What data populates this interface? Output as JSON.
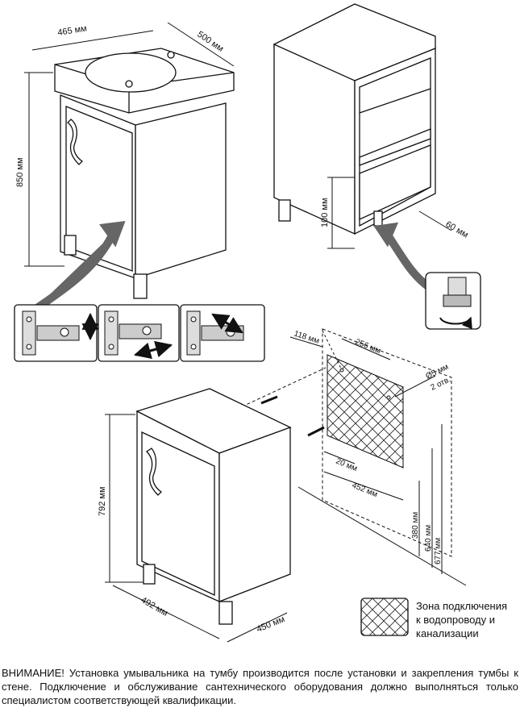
{
  "dimensions": {
    "vanity_width": "465 мм",
    "vanity_depth": "500 мм",
    "vanity_height": "850 мм",
    "leg_height": "100 мм",
    "leg_offset": "60 мм",
    "hole_offset": "118 мм",
    "hole_spacing": "256 мм",
    "hole_diameter": "Ø5 мм",
    "hole_count": "2 отв.",
    "zone_offset": "20 мм",
    "zone_width": "452 мм",
    "zone_height": "380 мм",
    "height_640": "640 мм",
    "height_677": "677 мм",
    "cabinet_height": "792 мм",
    "cabinet_width": "492 мм",
    "cabinet_depth": "450 мм"
  },
  "legend": {
    "line1": "Зона подключения",
    "line2": "к водопроводу и",
    "line3": "канализации"
  },
  "warning": "ВНИМАНИЕ! Установка умывальника на тумбу производится после установки и закрепления тумбы к стене. Подключение и обслуживание сантехнического оборудования должно выполняться только специалистом соответствующей квалификации.",
  "icons": [
    "hinge-vertical-adjust-icon",
    "hinge-horizontal-adjust-icon",
    "hinge-depth-adjust-icon",
    "leg-adjust-icon",
    "crosshatch-swatch-icon"
  ]
}
